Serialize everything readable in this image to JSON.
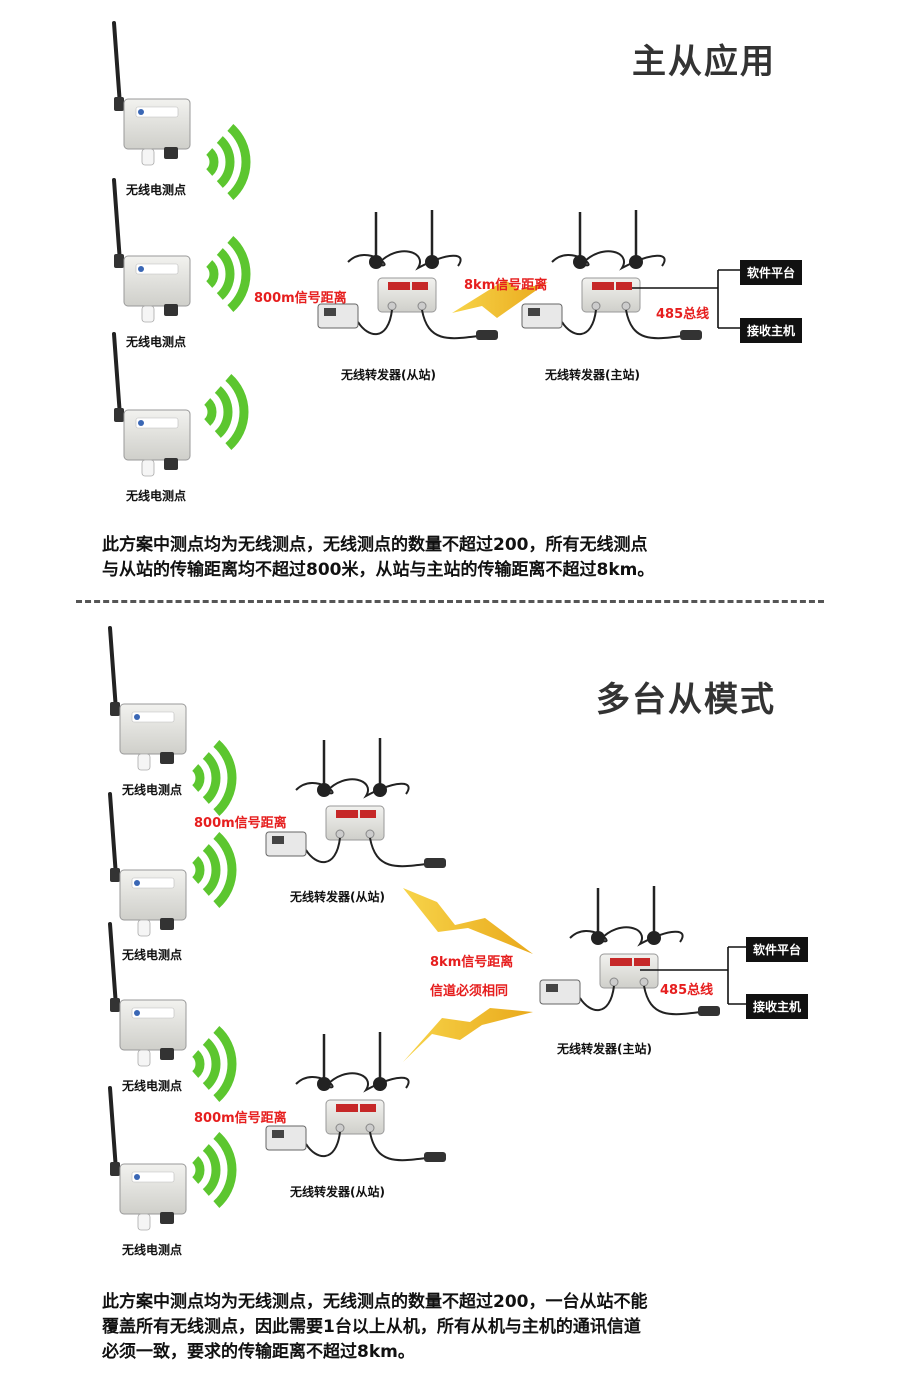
{
  "section1": {
    "title": "主从应用",
    "sensor_label": "无线电测点",
    "sensor_labels": [
      "无线电测点",
      "无线电测点",
      "无线电测点"
    ],
    "dist_800": "800m信号距离",
    "dist_8km": "8km信号距离",
    "repeater_slave": "无线转发器(从站)",
    "repeater_master": "无线转发器(主站)",
    "bus": "485总线",
    "box_software": "软件平台",
    "box_receiver": "接收主机",
    "para_line1": "此方案中测点均为无线测点，无线测点的数量不超过200，所有无线测点",
    "para_line2": "与从站的传输距离均不超过800米，从站与主站的传输距离不超过8km。"
  },
  "section2": {
    "title": "多台从模式",
    "sensor_labels": [
      "无线电测点",
      "无线电测点",
      "无线电测点",
      "无线电测点"
    ],
    "dist_800_a": "800m信号距离",
    "dist_800_b": "800m信号距离",
    "repeater_slave_a": "无线转发器(从站)",
    "repeater_slave_b": "无线转发器(从站)",
    "repeater_master": "无线转发器(主站)",
    "dist_8km": "8km信号距离",
    "channel_note": "信道必须相同",
    "bus": "485总线",
    "box_software": "软件平台",
    "box_receiver": "接收主机",
    "para_line1": "此方案中测点均为无线测点，无线测点的数量不超过200，一台从站不能",
    "para_line2": "覆盖所有无线测点，因此需要1台以上从机，所有从机与主机的通讯信道",
    "para_line3": "必须一致，要求的传输距离不超过8km。"
  },
  "colors": {
    "signal": "#5cc62f",
    "lightning": "#f2c12b",
    "accent": "#e61e1e",
    "device": "#e6e6e2"
  }
}
